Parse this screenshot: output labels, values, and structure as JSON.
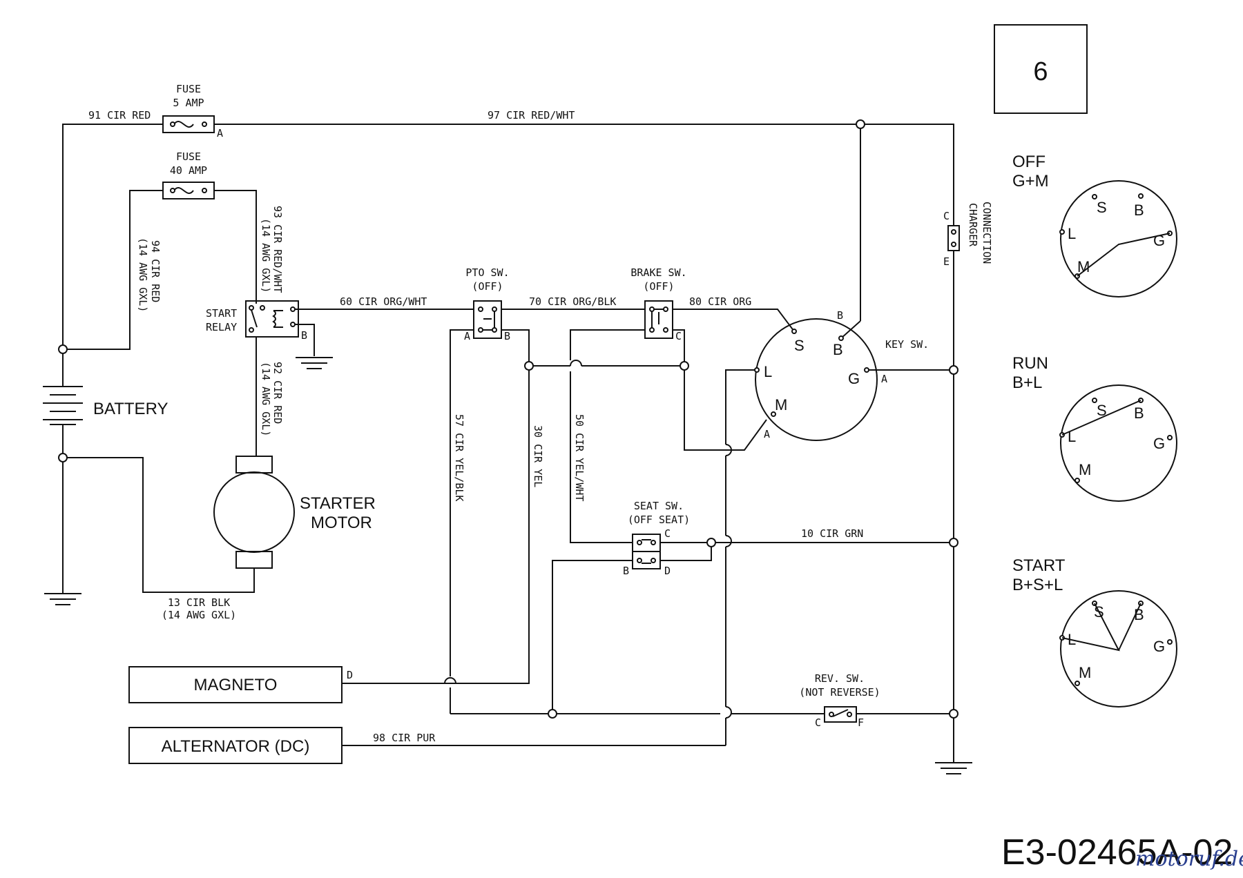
{
  "page_number": "6",
  "drawing_id": "E3-02465A-02",
  "watermark": "motoruf.de",
  "fuses": [
    {
      "title": "FUSE",
      "rating": "5 AMP",
      "terminal": "A"
    },
    {
      "title": "FUSE",
      "rating": "40 AMP"
    }
  ],
  "components": {
    "battery": "BATTERY",
    "starter_motor_1": "STARTER",
    "starter_motor_2": "MOTOR",
    "start_relay_1": "START",
    "start_relay_2": "RELAY",
    "start_relay_term": "B",
    "magneto": "MAGNETO",
    "magneto_term": "D",
    "alternator": "ALTERNATOR (DC)",
    "pto_sw_1": "PTO SW.",
    "pto_sw_2": "(OFF)",
    "pto_term_a": "A",
    "pto_term_b": "B",
    "brake_sw_1": "BRAKE SW.",
    "brake_sw_2": "(OFF)",
    "brake_term_c": "C",
    "seat_sw_1": "SEAT SW.",
    "seat_sw_2": "(OFF SEAT)",
    "seat_term_c": "C",
    "seat_term_b": "B",
    "seat_term_d": "D",
    "rev_sw_1": "REV. SW.",
    "rev_sw_2": "(NOT REVERSE)",
    "rev_term_c": "C",
    "rev_term_f": "F",
    "key_sw": "KEY SW.",
    "key_s": "S",
    "key_b": "B",
    "key_l": "L",
    "key_g": "G",
    "key_m": "M",
    "key_b_ext": "B",
    "key_a_g": "A",
    "key_a_m": "A",
    "charger_1": "CHARGER",
    "charger_2": "CONNECTION",
    "charger_c": "C",
    "charger_e": "E"
  },
  "wires": {
    "w91": "91 CIR RED",
    "w97": "97 CIR RED/WHT",
    "w93a": "93 CIR RED/WHT",
    "w93b": "(14 AWG GXL)",
    "w94a": "94 CIR RED",
    "w94b": "(14 AWG GXL)",
    "w92a": "92 CIR RED",
    "w92b": "(14 AWG GXL)",
    "w60": "60 CIR ORG/WHT",
    "w70": "70 CIR ORG/BLK",
    "w80": "80 CIR ORG",
    "w57": "57 CIR YEL/BLK",
    "w30": "30 CIR YEL",
    "w50": "50 CIR YEL/WHT",
    "w10": "10 CIR GRN",
    "w13a": "13 CIR BLK",
    "w13b": "(14 AWG GXL)",
    "w98": "98 CIR PUR"
  },
  "key_positions": [
    {
      "title": "OFF",
      "combo": "G+M",
      "labels": {
        "S": "S",
        "B": "B",
        "L": "L",
        "G": "G",
        "M": "M"
      }
    },
    {
      "title": "RUN",
      "combo": "B+L",
      "labels": {
        "S": "S",
        "B": "B",
        "L": "L",
        "G": "G",
        "M": "M"
      }
    },
    {
      "title": "START",
      "combo": "B+S+L",
      "labels": {
        "S": "S",
        "B": "B",
        "L": "L",
        "G": "G",
        "M": "M"
      }
    }
  ]
}
